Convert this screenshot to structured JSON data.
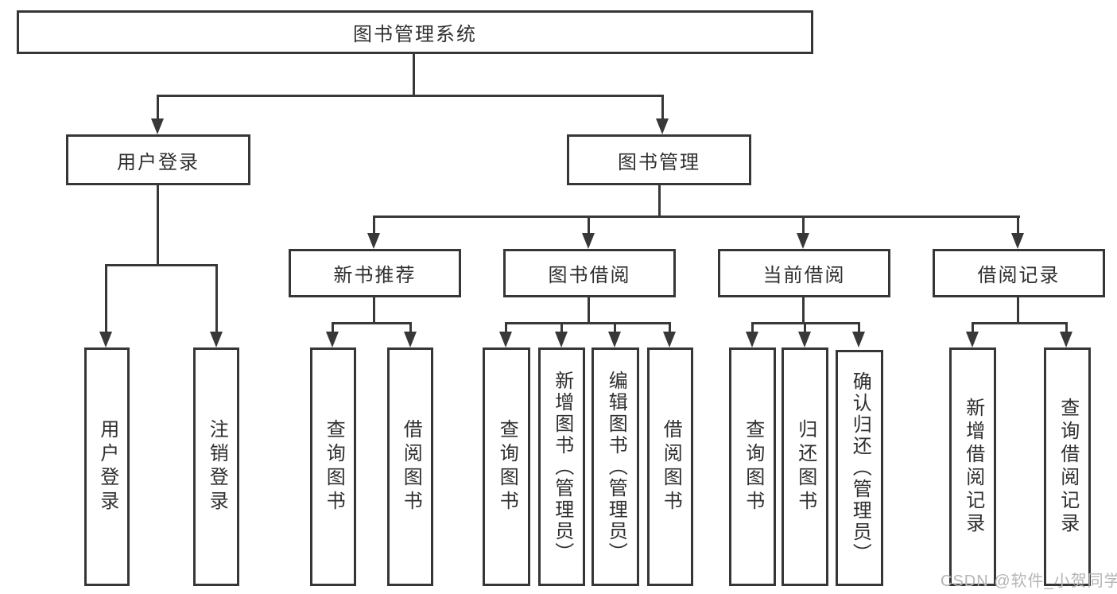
{
  "diagram": {
    "type": "hierarchy-tree",
    "colors": {
      "line": "#383838",
      "border": "#363636",
      "text": "#2f2f2f",
      "background": "#ffffff",
      "watermark": "#b5b5b5"
    },
    "nodes": {
      "root": {
        "label": "图书管理系统"
      },
      "user_login": {
        "label": "用户登录"
      },
      "book_mgmt": {
        "label": "图书管理"
      },
      "new_book_rec": {
        "label": "新书推荐"
      },
      "book_borrow": {
        "label": "图书借阅"
      },
      "current_borrow": {
        "label": "当前借阅"
      },
      "borrow_records": {
        "label": "借阅记录"
      },
      "leaf_user_login": {
        "label": "用户登录"
      },
      "leaf_logout": {
        "label": "注销登录"
      },
      "leaf_nbr_query": {
        "label": "查询图书"
      },
      "leaf_nbr_borrow": {
        "label": "借阅图书"
      },
      "leaf_bb_query": {
        "label": "查询图书"
      },
      "leaf_bb_add": {
        "label": "新增图书（管理员）"
      },
      "leaf_bb_edit": {
        "label": "编辑图书（管理员）"
      },
      "leaf_bb_borrow": {
        "label": "借阅图书"
      },
      "leaf_cb_query": {
        "label": "查询图书"
      },
      "leaf_cb_return": {
        "label": "归还图书"
      },
      "leaf_cb_confirm": {
        "label": "确认归还（管理员）"
      },
      "leaf_br_add": {
        "label": "新增借阅记录"
      },
      "leaf_br_query": {
        "label": "查询借阅记录"
      }
    },
    "hierarchy": {
      "图书管理系统": {
        "用户登录": [
          "用户登录",
          "注销登录"
        ],
        "图书管理": {
          "新书推荐": [
            "查询图书",
            "借阅图书"
          ],
          "图书借阅": [
            "查询图书",
            "新增图书（管理员）",
            "编辑图书（管理员）",
            "借阅图书"
          ],
          "当前借阅": [
            "查询图书",
            "归还图书",
            "确认归还（管理员）"
          ],
          "借阅记录": [
            "新增借阅记录",
            "查询借阅记录"
          ]
        }
      }
    },
    "watermark": "CSDN @软件_小贺同学"
  }
}
